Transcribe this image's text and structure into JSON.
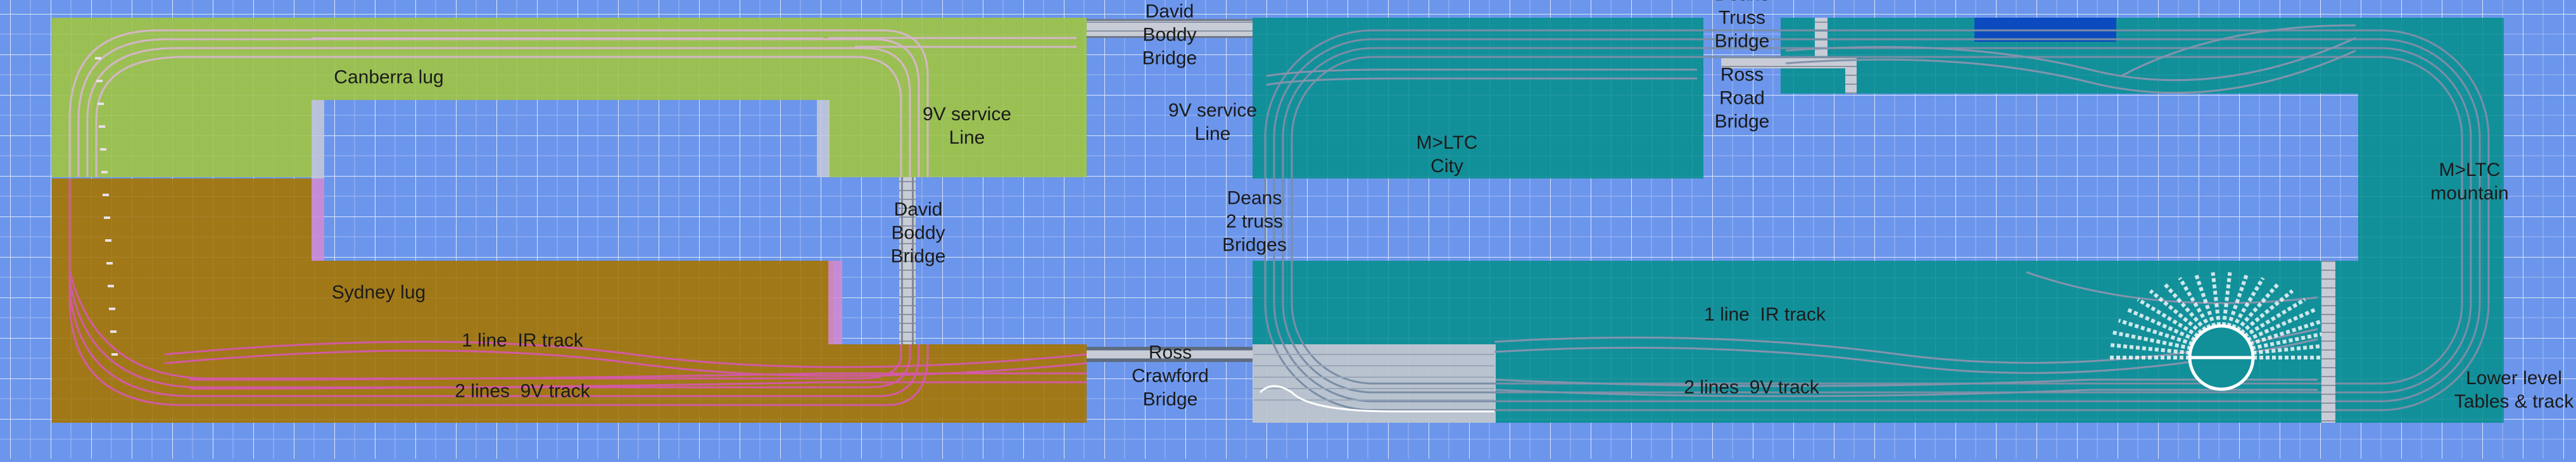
{
  "colors": {
    "background": "#6c96ec",
    "grid": "#ffffff",
    "canberra_green": "#9ac054",
    "sydney_brown": "#a07818",
    "mltc_teal": "#12909a",
    "track_green_zone": "#d4b6c6",
    "track_brown_zone": "#d25aa2",
    "track_teal_zone": "#7a8ea6",
    "bridge_grey": "#b9c3cf",
    "bridge_dark": "#5e6c80",
    "blue_panel": "#0b4bbf",
    "service_lilac": "#d48ad2"
  },
  "labels": {
    "canberra_lug": "Canberra lug",
    "service_line_left": "9V service\nLine",
    "david_boddy_bridge_mid": "David\nBoddy\nBridge",
    "sydney_lug": "Sydney lug",
    "ir_track_left": "1 line  IR track",
    "nine_v_track_left": "2 lines  9V track",
    "david_boddy_bridge_top": "David\nBoddy\nBridge",
    "service_line_right": "9V service\nLine",
    "deans_bridges": "Deans\n2 truss\nBridges",
    "ross_crawford_bridge": "Ross\nCrawford\nBridge",
    "truss_bridge_top": "Deans\nTruss\nBridge",
    "ross_road_bridge": "Ross\nRoad\nBridge",
    "mltc_city": "M>LTC\nCity",
    "mltc_mountain": "M>LTC\nmountain",
    "ir_track_right": "1 line  IR track",
    "nine_v_track_right": "2 lines  9V track",
    "lower_level": "Lower level\nTables & track"
  }
}
